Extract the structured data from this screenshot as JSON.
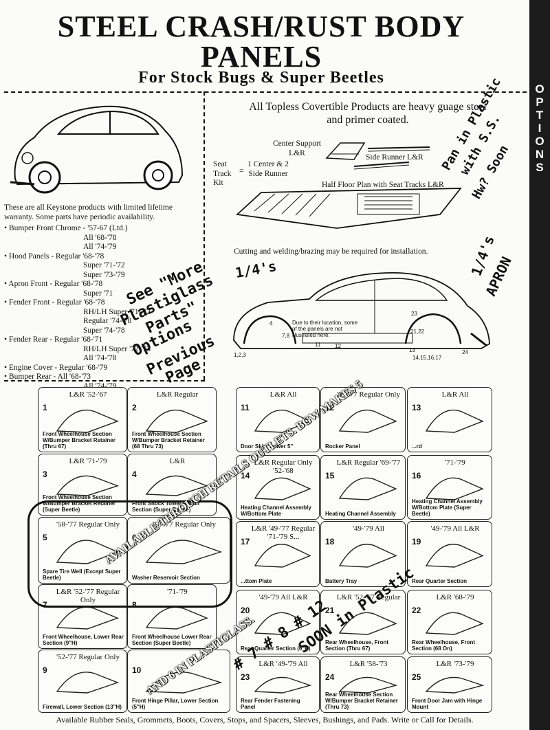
{
  "header": {
    "title_line1": "STEEL CRASH/RUST BODY",
    "title_line2": "PANELS",
    "subtitle": "For Stock Bugs & Super Beetles"
  },
  "side_tab": [
    "O",
    "P",
    "T",
    "I",
    "O",
    "N",
    "S"
  ],
  "warranty": "These are all Keystone products with limited lifetime warranty. Some parts have periodic availability.",
  "parts_list": [
    "• Bumper Front Chrome - '57-67 (Ltd.)",
    "All '68-'78",
    "All '74-'79",
    "• Hood Panels - Regular '68-'78",
    "Super '71-'72",
    "Super '73-'79",
    "• Apron Front - Regular '68-'78",
    "Super '71",
    "• Fender Front - Regular '68-'78",
    "RH/LH Super '71-'72",
    "Regular '74-'78",
    "Super '74-'78",
    "• Fender Rear - Regular '68-'71",
    "RH/LH Super '72-'73",
    "All '74-'78",
    "• Engine Cover - Regular '68-'79",
    "• Bumper Rear - All '68-'73",
    "All '74-'79"
  ],
  "convertible": {
    "line1": "All Topless Covertible Products are heavy guage steel",
    "line2": "and primer coated.",
    "center_support": "Center Support L&R",
    "seat_track_kit": "Seat Track Kit",
    "equals": "=",
    "kit_contents": "1 Center & 2 Side Runner",
    "side_runner": "Side Runner L&R",
    "half_floor": "Half Floor Plan with Seat Tracks L&R"
  },
  "welding_note": "Cutting and welding/brazing may be required for installation.",
  "diagram": {
    "note": "Due to their location, some of the panels are not illustrated here.",
    "labels": [
      "1,2,3",
      "4",
      "7,8",
      "11",
      "12",
      "13",
      "14,15,16,17",
      "21,22",
      "23",
      "24"
    ]
  },
  "boxes": [
    {
      "num": "1",
      "hdr": "L&R '52-'67",
      "cap": "Front Wheelhouse Section W/Bumper Bracket Retainer (Thru 67)"
    },
    {
      "num": "2",
      "hdr": "L&R Regular",
      "cap": "Front Wheelhouse Section W/Bumper Bracket Retainer (68 Thru 73)"
    },
    {
      "num": "11",
      "hdr": "L&R All",
      "cap": "Door Skin, Lower 5\""
    },
    {
      "num": "12",
      "hdr": "'69-'77 Regular Only",
      "cap": "Rocker Panel"
    },
    {
      "num": "13",
      "hdr": "L&R All",
      "cap": "...rd"
    },
    {
      "num": "3",
      "hdr": "L&R '71-'79",
      "cap": "Front Wheelhouse Section W/Bumper Bracket Retainer (Super Beetle)"
    },
    {
      "num": "4",
      "hdr": "L&R",
      "cap": "Front Shock Tower Repair Section (Super Beetle)"
    },
    {
      "num": "14",
      "hdr": "L&R Regular Only '52-'68",
      "cap": "Heating Channel Assembly W/Bottom Plate"
    },
    {
      "num": "15",
      "hdr": "L&R Regular '69-'77",
      "cap": "Heating Channel Assembly"
    },
    {
      "num": "16",
      "hdr": "'71-'79",
      "cap": "Heating Channel Assembly W/Bottom Plate (Super Beetle)"
    },
    {
      "num": "5",
      "hdr": "'58-'77 Regular Only",
      "cap": "Spare Tire Well (Except Super Beetle)"
    },
    {
      "num": "6",
      "hdr": "'58-'77 Regular Only",
      "cap": "Washer Reservoir Section"
    },
    {
      "num": "17",
      "hdr": "L&R '49-'77 Regular '71-'79 S...",
      "cap": "...ttom Plate"
    },
    {
      "num": "18",
      "hdr": "'49-'79 All",
      "cap": "Battery Tray"
    },
    {
      "num": "19",
      "hdr": "'49-'79 All L&R",
      "cap": "Rear Quarter Section"
    },
    {
      "num": "7",
      "hdr": "L&R '52-'77 Regular Only",
      "cap": "Front Wheelhouse, Lower Rear Section (9\"H)"
    },
    {
      "num": "8",
      "hdr": "'71-'79",
      "cap": "Front Wheelhouse Lower Rear Section (Super Beetle)"
    },
    {
      "num": "20",
      "hdr": "'49-'79 All L&R",
      "cap": "Rear Quarter Section (6\"H)"
    },
    {
      "num": "21",
      "hdr": "L&R '52-'67 Regular",
      "cap": "Rear Wheelhouse, Front Section (Thru 67)"
    },
    {
      "num": "22",
      "hdr": "L&R '68-'79",
      "cap": "Rear Wheelhouse, Front Section (68 On)"
    },
    {
      "num": "9",
      "hdr": "'52-'77 Regular Only",
      "cap": "Firewall, Lower Section (13\"H)"
    },
    {
      "num": "10",
      "hdr": "",
      "cap": "Front Hinge Pillar, Lower Section (5\"H)"
    },
    {
      "num": "23",
      "hdr": "L&R '49-'79 All",
      "cap": "Rear Fender Fastening Panel"
    },
    {
      "num": "24",
      "hdr": "L&R '58-'73",
      "cap": "Rear Wheelhouse Section W/Bumper Bracket Retainer (Thru 73)"
    },
    {
      "num": "25",
      "hdr": "L&R '73-'79",
      "cap": "Front Door Jam with Hinge Mount"
    }
  ],
  "handwriting": {
    "see_more_1": "See \"More",
    "see_more_2": "Plastiglass",
    "see_more_3": "Parts\"",
    "see_more_4": "Options",
    "see_more_5": "Previous",
    "see_more_6": "Page",
    "quarter_1": "1/4's",
    "quarter_2": "1/4's",
    "apron": "APRON",
    "pan_1": "Pan in Plastic",
    "pan_2": "with S.S.",
    "pan_3": "Hw? Soon",
    "stamp_1": "AVAILABLE THROUGH RETAILS OUTLETS. BGW MAKES 5",
    "stamp_2": "AND 6 IN PLASTIGLASS.",
    "nums": "# 7 # 8 # 12",
    "soon": "SOON in Plastic"
  },
  "footer": "Available Rubber Seals, Grommets, Boots, Covers, Stops, and Spacers, Sleeves, Bushings, and Pads. Write or Call for Details."
}
